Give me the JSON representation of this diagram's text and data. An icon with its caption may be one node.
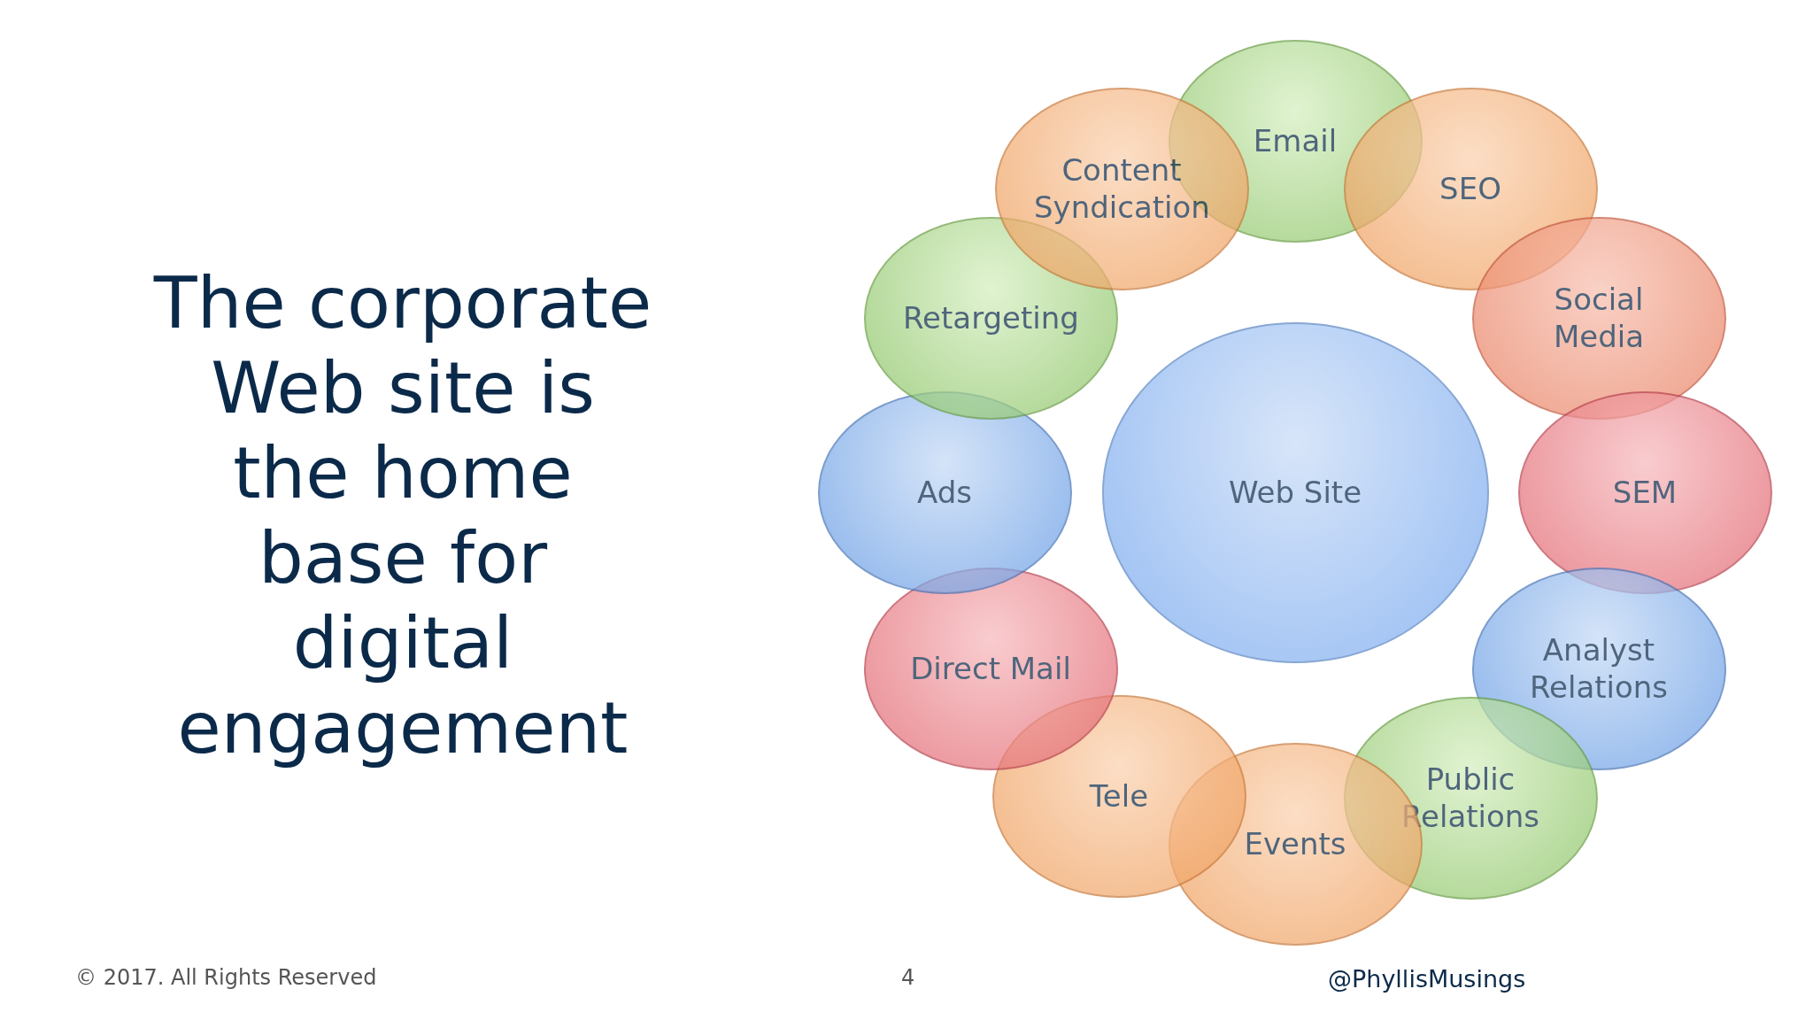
{
  "diagram": {
    "title": "The corporate Web site is the home base for digital engagement",
    "nodes": [
      {
        "text": [
          "Email"
        ]
      },
      {
        "text": [
          "SEO"
        ]
      },
      {
        "text": [
          "Social Media"
        ]
      },
      {
        "text": [
          "SEM"
        ]
      },
      {
        "text": [
          "Analyst Relations"
        ]
      },
      {
        "text": [
          "Public Relations"
        ]
      },
      {
        "text": [
          "Events"
        ]
      },
      {
        "text": [
          "Tele"
        ]
      },
      {
        "text": [
          "Direct Mail"
        ]
      },
      {
        "text": [
          "Ads"
        ]
      },
      {
        "text": [
          "Retargeting"
        ]
      },
      {
        "text": [
          "Content Syndication"
        ]
      },
      {
        "text": [
          "Web Site"
        ]
      }
    ],
    "labels": [
      "© 2017. All Rights Reserved",
      "4",
      "@PhyllisMusings"
    ]
  }
}
